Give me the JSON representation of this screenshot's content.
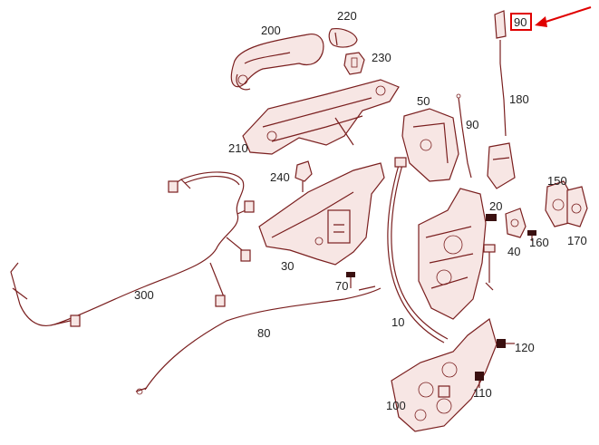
{
  "diagram": {
    "part_numbers": {
      "p10": "10",
      "p20": "20",
      "p30": "30",
      "p40": "40",
      "p50": "50",
      "p70": "70",
      "p80": "80",
      "p90": "90",
      "p100": "100",
      "p110": "110",
      "p120": "120",
      "p150": "150",
      "p160": "160",
      "p170": "170",
      "p180": "180",
      "p200": "200",
      "p210": "210",
      "p220": "220",
      "p230": "230",
      "p240": "240",
      "p300": "300",
      "highlighted": "90"
    },
    "colors": {
      "stroke": "#7a1f1f",
      "fill": "#f7e6e4",
      "highlight": "#e00000",
      "arrow": "#e00000"
    }
  }
}
